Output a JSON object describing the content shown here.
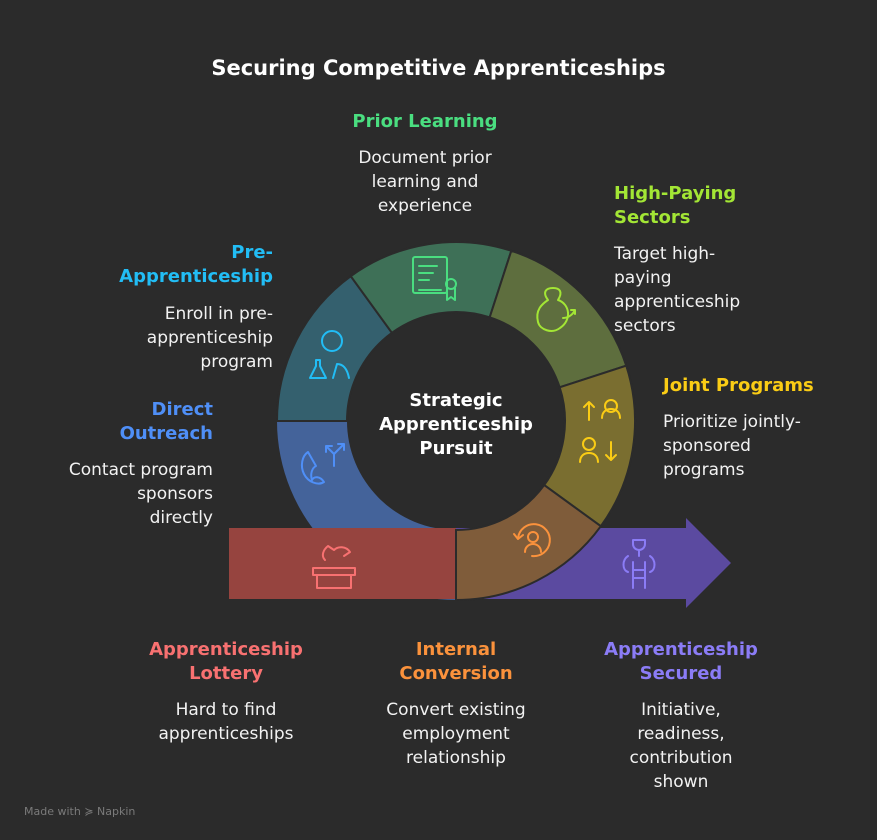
{
  "title": "Securing Competitive Apprenticeships",
  "center": [
    "Strategic",
    "Apprenticeship",
    "Pursuit"
  ],
  "stages": {
    "prior_learning": {
      "title": [
        "Prior Learning"
      ],
      "desc": [
        "Document prior",
        "learning and",
        "experience"
      ],
      "color": "#4ade80"
    },
    "high_paying": {
      "title": [
        "High-Paying",
        "Sectors"
      ],
      "desc": [
        "Target high-",
        "paying",
        "apprenticeship",
        "sectors"
      ],
      "color": "#a3e635"
    },
    "pre_apprenticeship": {
      "title": [
        "Pre-",
        "Apprenticeship"
      ],
      "desc": [
        "Enroll in pre-",
        "apprenticeship",
        "program"
      ],
      "color": "#22bdf5"
    },
    "joint_programs": {
      "title": [
        "Joint Programs"
      ],
      "desc": [
        "Prioritize jointly-",
        "sponsored",
        "programs"
      ],
      "color": "#facc15"
    },
    "direct_outreach": {
      "title": [
        "Direct",
        "Outreach"
      ],
      "desc": [
        "Contact program",
        "sponsors",
        "directly"
      ],
      "color": "#4f8ff7"
    },
    "lottery": {
      "title": [
        "Apprenticeship",
        "Lottery"
      ],
      "desc": [
        "Hard to find",
        "apprenticeships"
      ],
      "color": "#f87171"
    },
    "internal": {
      "title": [
        "Internal",
        "Conversion"
      ],
      "desc": [
        "Convert existing",
        "employment",
        "relationship"
      ],
      "color": "#fb923c"
    },
    "secured": {
      "title": [
        "Apprenticeship",
        "Secured"
      ],
      "desc": [
        "Initiative,",
        "readiness,",
        "contribution",
        "shown"
      ],
      "color": "#8b7cf6"
    }
  },
  "footer": {
    "made_with": "Made with",
    "brand": "Napkin"
  }
}
